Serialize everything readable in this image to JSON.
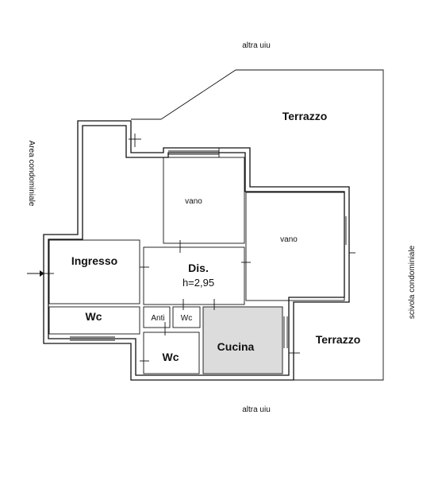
{
  "labels": {
    "top": "altra uiu",
    "bottom": "altra uiu",
    "left": "Area condominiale",
    "right": "scivola condominiale"
  },
  "rooms": {
    "terrazzo_top": "Terrazzo",
    "terrazzo_bottom": "Terrazzo",
    "vano_1": "vano",
    "vano_2": "vano",
    "ingresso": "Ingresso",
    "dis_name": "Dis.",
    "dis_height": "h=2,95",
    "wc_1": "Wc",
    "anti": "Anti",
    "wc_small": "Wc",
    "wc_2": "Wc",
    "cucina": "Cucina"
  },
  "colors": {
    "walls": "#111111",
    "kitchen_floor": "#dcdcdc"
  }
}
